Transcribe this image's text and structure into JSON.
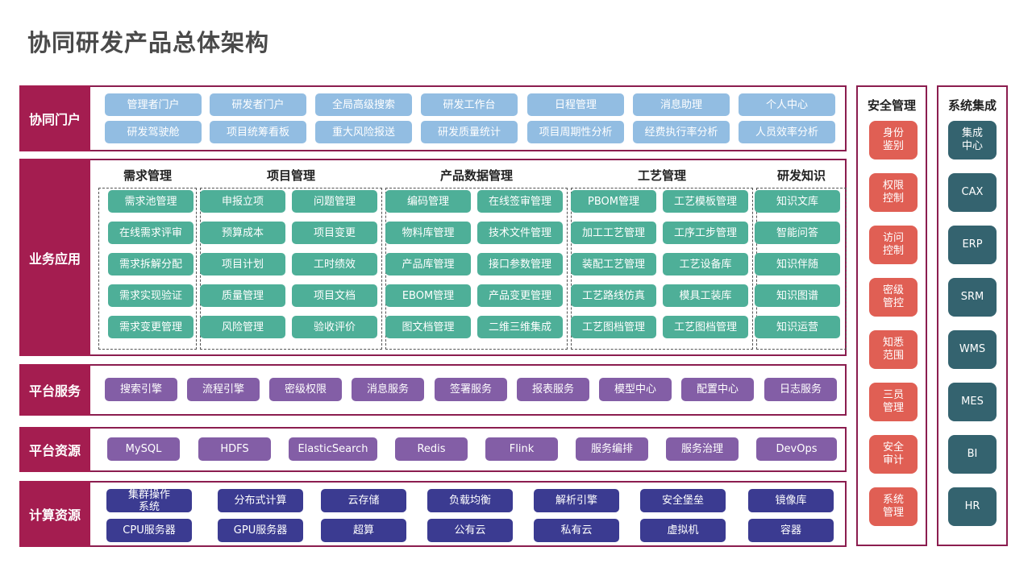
{
  "title": "协同研发产品总体架构",
  "portal": {
    "label": "协同门户",
    "row1": [
      "管理者门户",
      "研发者门户",
      "全局高级搜索",
      "研发工作台",
      "日程管理",
      "消息助理",
      "个人中心"
    ],
    "row2": [
      "研发驾驶舱",
      "项目统筹看板",
      "重大风险报送",
      "研发质量统计",
      "项目周期性分析",
      "经费执行率分析",
      "人员效率分析"
    ]
  },
  "business": {
    "label": "业务应用",
    "groups": [
      {
        "title": "需求管理",
        "col1": [
          "需求池管理",
          "在线需求评审",
          "需求拆解分配",
          "需求实现验证",
          "需求变更管理"
        ]
      },
      {
        "title": "项目管理",
        "col1": [
          "申报立项",
          "预算成本",
          "项目计划",
          "质量管理",
          "风险管理"
        ],
        "col2": [
          "问题管理",
          "项目变更",
          "工时绩效",
          "项目文档",
          "验收评价"
        ]
      },
      {
        "title": "产品数据管理",
        "col1": [
          "编码管理",
          "物料库管理",
          "产品库管理",
          "EBOM管理",
          "图文档管理"
        ],
        "col2": [
          "在线签审管理",
          "技术文件管理",
          "接口参数管理",
          "产品变更管理",
          "二维三维集成"
        ]
      },
      {
        "title": "工艺管理",
        "col1": [
          "PBOM管理",
          "加工工艺管理",
          "装配工艺管理",
          "工艺路线仿真",
          "工艺图档管理"
        ],
        "col2": [
          "工艺模板管理",
          "工序工步管理",
          "工艺设备库",
          "模具工装库",
          "工艺图档管理"
        ]
      },
      {
        "title": "研发知识",
        "col1": [
          "知识文库",
          "智能问答",
          "知识伴随",
          "知识图谱",
          "知识运营"
        ]
      }
    ]
  },
  "platform_services": {
    "label": "平台服务",
    "items": [
      "搜索引擎",
      "流程引擎",
      "密级权限",
      "消息服务",
      "签署服务",
      "报表服务",
      "模型中心",
      "配置中心",
      "日志服务"
    ]
  },
  "platform_resources": {
    "label": "平台资源",
    "items": [
      "MySQL",
      "HDFS",
      "ElasticSearch",
      "Redis",
      "Flink",
      "服务编排",
      "服务治理",
      "DevOps"
    ]
  },
  "compute": {
    "label": "计算资源",
    "row1": [
      "集群操作\n系统",
      "分布式计算",
      "云存储",
      "负载均衡",
      "解析引擎",
      "安全堡垒",
      "镜像库"
    ],
    "row2": [
      "CPU服务器",
      "GPU服务器",
      "超算",
      "公有云",
      "私有云",
      "虚拟机",
      "容器"
    ]
  },
  "security": {
    "title": "安全管理",
    "items": [
      "身份\n鉴别",
      "权限\n控制",
      "访问\n控制",
      "密级\n管控",
      "知悉\n范围",
      "三员\n管理",
      "安全\n审计",
      "系统\n管理"
    ]
  },
  "integration": {
    "title": "系统集成",
    "items": [
      "集成\n中心",
      "CAX",
      "ERP",
      "SRM",
      "WMS",
      "MES",
      "BI",
      "HR"
    ]
  },
  "colors": {
    "label_bg": "#a41d50",
    "border": "#8b1d4f",
    "portal_chip": "#92bde2",
    "business_chip": "#4eaf98",
    "service_chip": "#835ea6",
    "compute_chip": "#3b3b91",
    "security_chip": "#e05f54",
    "integration_chip": "#34636f"
  }
}
